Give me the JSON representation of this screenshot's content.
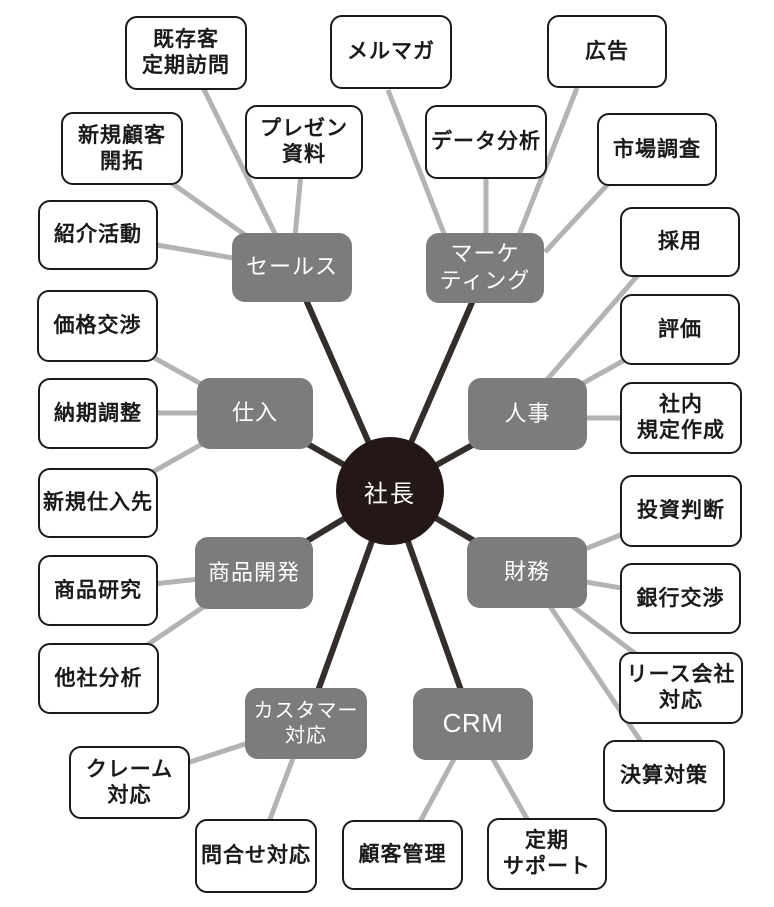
{
  "diagram_title": "president-task-mindmap",
  "center": {
    "label": "社長"
  },
  "branches": [
    {
      "id": "sales",
      "label": "セールス",
      "leaves": [
        "既存客\n定期訪問",
        "新規顧客\n開拓",
        "紹介活動",
        "プレゼン\n資料"
      ]
    },
    {
      "id": "marketing",
      "label": "マーケ\nティング",
      "leaves": [
        "メルマガ",
        "データ分析",
        "広告",
        "市場調査"
      ]
    },
    {
      "id": "hr",
      "label": "人事",
      "leaves": [
        "採用",
        "評価",
        "社内\n規定作成"
      ]
    },
    {
      "id": "purchasing",
      "label": "仕入",
      "leaves": [
        "価格交渉",
        "納期調整",
        "新規仕入先"
      ]
    },
    {
      "id": "finance",
      "label": "財務",
      "leaves": [
        "投資判断",
        "銀行交渉",
        "リース会社\n対応",
        "決算対策"
      ]
    },
    {
      "id": "product-dev",
      "label": "商品開発",
      "leaves": [
        "商品研究",
        "他社分析"
      ]
    },
    {
      "id": "customer-support",
      "label": "カスタマー\n対応",
      "leaves": [
        "クレーム\n対応",
        "問合せ対応"
      ]
    },
    {
      "id": "crm",
      "label": "CRM",
      "leaves": [
        "顧客管理",
        "定期\nサポート"
      ]
    }
  ],
  "colors": {
    "background": "#ffffff",
    "branch_box": "#7c7c7c",
    "branch_text": "#ffffff",
    "leaf_border": "#1a1a1a",
    "leaf_text": "#1a1a1a",
    "center_circle": "#231815",
    "center_text": "#ffffff",
    "primary_connector": "#332d2b",
    "secondary_connector": "#b3b3b3"
  }
}
